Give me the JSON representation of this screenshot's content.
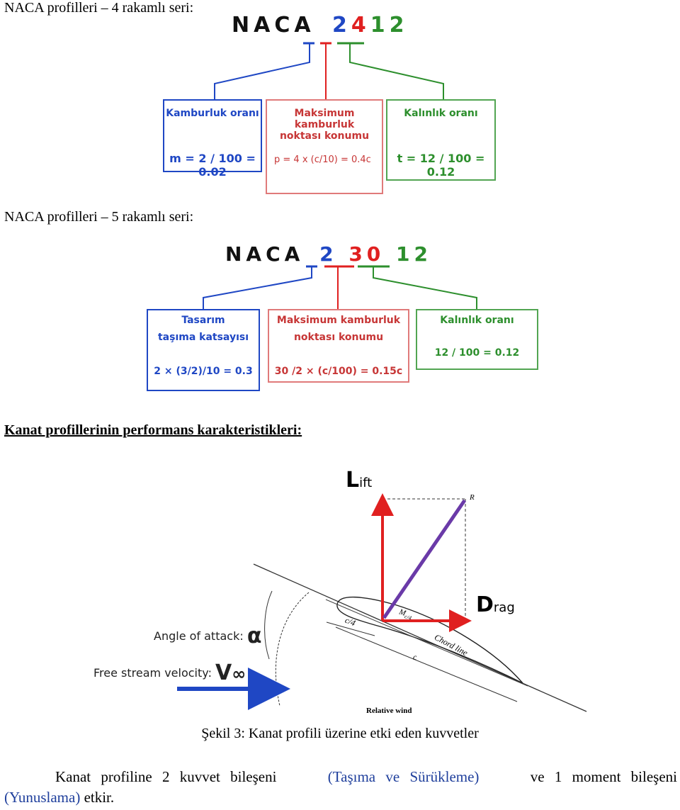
{
  "headings": {
    "naca4": "NACA profilleri – 4 rakamlı seri:",
    "naca5": "NACA profilleri – 5 rakamlı seri:",
    "performance": "Kanat profillerinin performans karakteristikleri:"
  },
  "naca4": {
    "prefix": "NACA",
    "digits": [
      "2",
      "4",
      "12"
    ],
    "boxes": [
      {
        "title": "Kamburluk oranı",
        "formula": "m = 2 / 100 = 0.02"
      },
      {
        "title_line1": "Maksimum kamburluk",
        "title_line2": "noktası konumu",
        "formula": "p = 4 x (c/10) = 0.4c"
      },
      {
        "title": "Kalınlık oranı",
        "formula": "t = 12 / 100 = 0.12"
      }
    ]
  },
  "naca5": {
    "prefix": "NACA",
    "digits": [
      "2",
      "30",
      "12"
    ],
    "boxes": [
      {
        "title_line1": "Tasarım",
        "title_line2": "taşıma katsayısı",
        "formula": "2 × (3/2)/10 = 0.3"
      },
      {
        "title_line1": "Maksimum kamburluk",
        "title_line2": "noktası konumu",
        "formula": "30 /2 × (c/100) = 0.15c"
      },
      {
        "title": "Kalınlık oranı",
        "formula": "12 / 100 = 0.12"
      }
    ]
  },
  "forces": {
    "lift_big": "L",
    "lift_small": "ift",
    "drag_big": "D",
    "drag_small": "rag",
    "r_label": "R",
    "moment_label": "M",
    "moment_sub": "c/4",
    "quarter_chord": "c/4",
    "chord_line": "Chord line",
    "chord_c": "c",
    "relative_wind": "Relative wind",
    "aoa_label": "Angle of attack:",
    "aoa_symbol": "α",
    "freestream_label": "Free stream velocity:",
    "freestream_symbol": "V",
    "freestream_sub": "∞"
  },
  "caption": "Şekil 3: Kanat profili üzerine etki eden kuvvetler",
  "paragraph": {
    "part1": "Kanat profiline 2 kuvvet bileşeni",
    "part2": "(Taşıma ve Sürükleme)",
    "part3": "ve 1 moment bileşeni",
    "part4": "(Yunuslama)",
    "part5": "etkir."
  },
  "colors": {
    "blue": "#1f47c4",
    "red": "#e02020",
    "green": "#2d8f2d",
    "purple": "#6a3aa8"
  }
}
